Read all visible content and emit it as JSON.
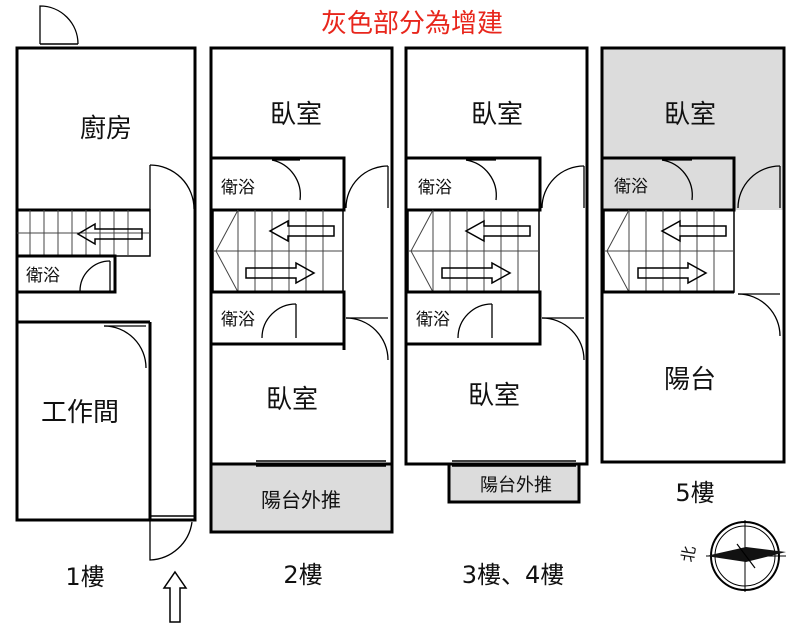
{
  "title": "灰色部分為增建",
  "colors": {
    "title": "#e8261c",
    "addition": "#dcdcdc",
    "wall": "#000000"
  },
  "floor1": {
    "kitchen": "廚房",
    "bath": "衛浴",
    "studio": "工作間",
    "label": "1樓"
  },
  "floor2": {
    "bedroom_top": "臥室",
    "bath_top": "衛浴",
    "bath_bottom": "衛浴",
    "bedroom_bottom": "臥室",
    "balcony_ext": "陽台外推",
    "label": "2樓"
  },
  "floor34": {
    "bedroom_top": "臥室",
    "bath_top": "衛浴",
    "bath_bottom": "衛浴",
    "bedroom_bottom": "臥室",
    "balcony_ext": "陽台外推",
    "label": "3樓、4樓"
  },
  "floor5": {
    "bedroom": "臥室",
    "bath": "衛浴",
    "balcony": "陽台",
    "label": "5樓"
  },
  "compass": {
    "north": "北",
    "icon": "compass-icon"
  },
  "entrance": {
    "icon": "entrance-arrow-icon"
  }
}
